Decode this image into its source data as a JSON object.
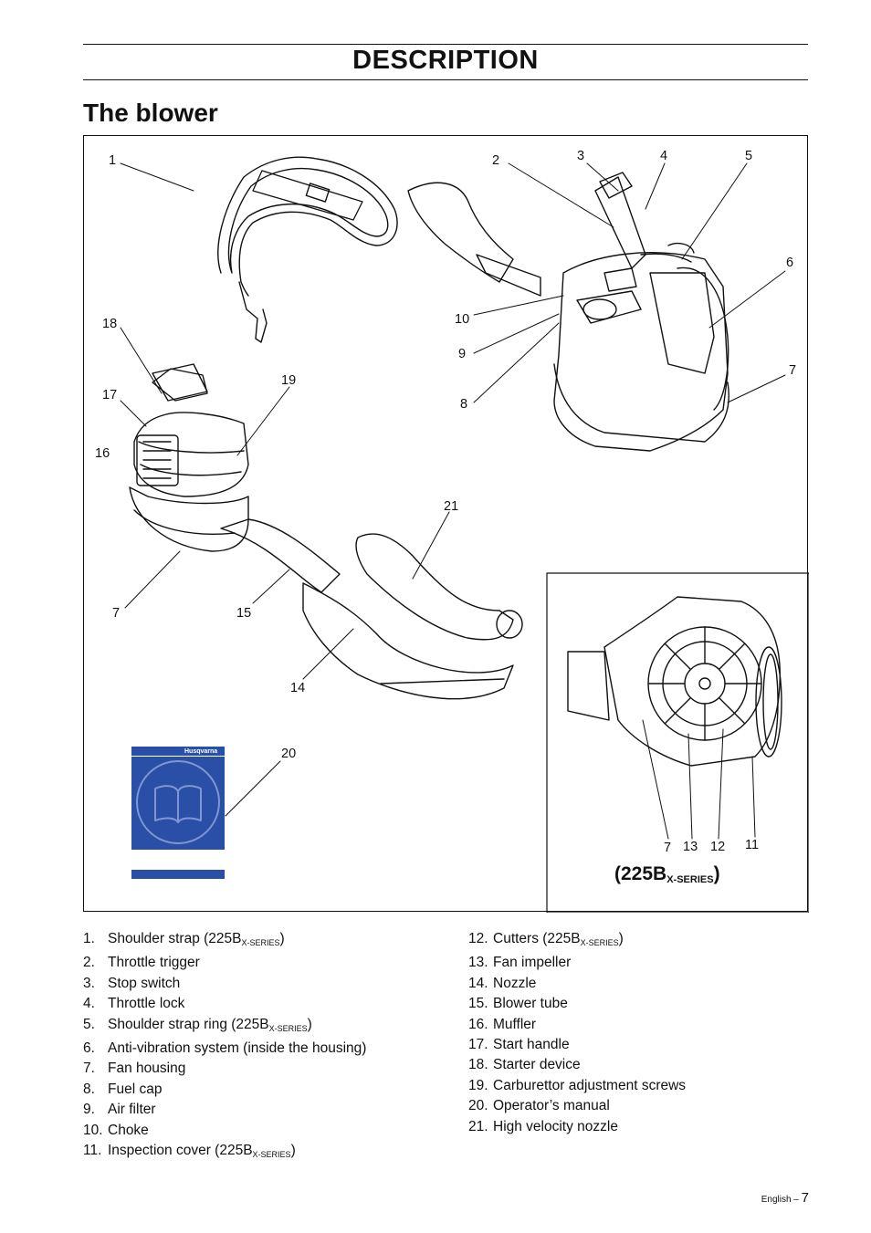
{
  "header": {
    "section_title": "DESCRIPTION",
    "page_heading": "The blower"
  },
  "figure": {
    "callouts": {
      "c1": "1",
      "c2": "2",
      "c3": "3",
      "c4": "4",
      "c5": "5",
      "c6": "6",
      "c7a": "7",
      "c8": "8",
      "c9": "9",
      "c10": "10",
      "c16": "16",
      "c17": "17",
      "c18": "18",
      "c19": "19",
      "c7b": "7",
      "c15": "15",
      "c14": "14",
      "c21": "21",
      "c20": "20",
      "c7c": "7",
      "c13": "13",
      "c12": "12",
      "c11": "11"
    },
    "inset_title": {
      "main": "(225B",
      "sub": "X-SERIES",
      "close": ")"
    },
    "manual_brand": "Husqvarna"
  },
  "legend": {
    "left": [
      {
        "num": "1.",
        "text": "Shoulder strap (225B",
        "sub": "X-SERIES",
        "close": ")"
      },
      {
        "num": "2.",
        "text": "Throttle trigger"
      },
      {
        "num": "3.",
        "text": "Stop switch"
      },
      {
        "num": "4.",
        "text": "Throttle lock"
      },
      {
        "num": "5.",
        "text": "Shoulder strap ring (225B",
        "sub": "X-SERIES",
        "close": ")"
      },
      {
        "num": "6.",
        "text": "Anti-vibration system (inside the housing)"
      },
      {
        "num": "7.",
        "text": "Fan housing"
      },
      {
        "num": "8.",
        "text": "Fuel cap"
      },
      {
        "num": "9.",
        "text": "Air filter"
      },
      {
        "num": "10.",
        "text": "Choke"
      },
      {
        "num": "11.",
        "text": "Inspection cover (225B",
        "sub": "X-SERIES",
        "close": ")"
      }
    ],
    "right": [
      {
        "num": "12.",
        "text": "Cutters (225B",
        "sub": "X-SERIES",
        "close": ")"
      },
      {
        "num": "13.",
        "text": "Fan impeller"
      },
      {
        "num": "14.",
        "text": "Nozzle"
      },
      {
        "num": "15.",
        "text": "Blower tube"
      },
      {
        "num": "16.",
        "text": "Muffler"
      },
      {
        "num": "17.",
        "text": "Start handle"
      },
      {
        "num": "18.",
        "text": "Starter device"
      },
      {
        "num": "19.",
        "text": "Carburettor adjustment screws"
      },
      {
        "num": "20.",
        "text": "Operator’s manual"
      },
      {
        "num": "21.",
        "text": "High velocity nozzle"
      }
    ]
  },
  "footer": {
    "language": "English",
    "separator": " – ",
    "page_number": "7"
  },
  "colors": {
    "manual_blue": "#2a4fa6",
    "ink": "#111111"
  }
}
